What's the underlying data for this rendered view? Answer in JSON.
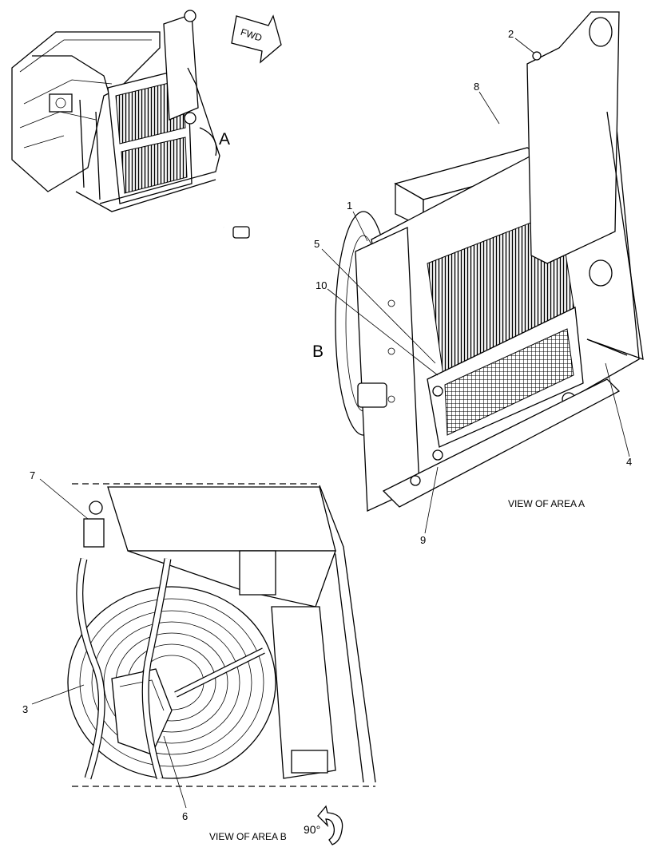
{
  "badge": {
    "fwd": "FWD",
    "rotation": "90°"
  },
  "area_labels": {
    "a": "A",
    "b": "B"
  },
  "captions": {
    "area_a": "VIEW OF AREA A",
    "area_b": "VIEW OF AREA B"
  },
  "callouts": [
    "1",
    "2",
    "3",
    "4",
    "5",
    "6",
    "7",
    "8",
    "9",
    "10"
  ]
}
